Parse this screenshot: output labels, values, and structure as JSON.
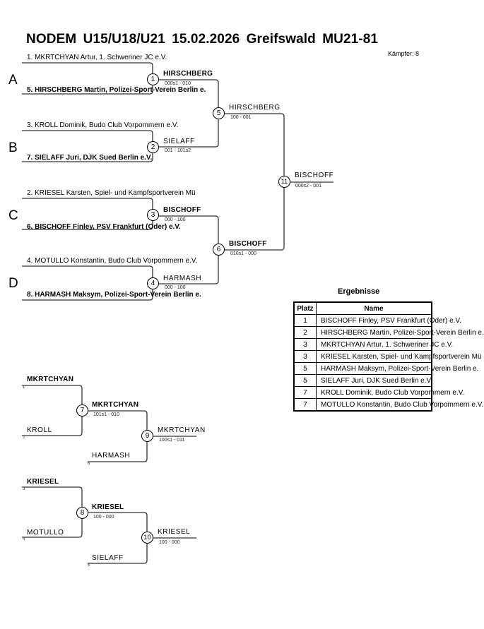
{
  "header": {
    "title": "NODEM U15/U18/U21   15.02.2026  Greifswald   MU21-81",
    "fighter_count": "Kämpfer: 8"
  },
  "pools": [
    {
      "letter": "A"
    },
    {
      "letter": "B"
    },
    {
      "letter": "C"
    },
    {
      "letter": "D"
    }
  ],
  "main_bracket": {
    "entries": [
      {
        "label": "1. MKRTCHYAN Artur, 1. Schweriner JC e.V.",
        "winner": false
      },
      {
        "label": "5. HIRSCHBERG Martin, Polizei-Sport-Verein Berlin e.",
        "winner": true
      },
      {
        "label": "3. KROLL Dominik, Budo Club Vorpommern e.V.",
        "winner": false
      },
      {
        "label": "7. SIELAFF Juri, DJK Sued Berlin e.V.",
        "winner": true
      },
      {
        "label": "2. KRIESEL Karsten, Spiel- und Kampfsportverein Mü",
        "winner": false
      },
      {
        "label": "6. BISCHOFF Finley, PSV Frankfurt (Oder) e.V.",
        "winner": true
      },
      {
        "label": "4. MOTULLO Konstantin, Budo Club Vorpommern e.V.",
        "winner": false
      },
      {
        "label": "8. HARMASH Maksym, Polizei-Sport-Verein Berlin e.",
        "winner": true
      }
    ],
    "fights": [
      {
        "number": "1",
        "winner": "HIRSCHBERG",
        "score": "000s1 - 010"
      },
      {
        "number": "2",
        "winner": "SIELAFF",
        "score": "001 - 101s2"
      },
      {
        "number": "3",
        "winner": "BISCHOFF",
        "score": "000 - 100"
      },
      {
        "number": "4",
        "winner": "HARMASH",
        "score": "000 - 100"
      },
      {
        "number": "5",
        "winner": "HIRSCHBERG",
        "score": "100 - 001"
      },
      {
        "number": "6",
        "winner": "BISCHOFF",
        "score": "010s1 - 000"
      },
      {
        "number": "11",
        "winner": "BISCHOFF",
        "score": "000s2 - 001"
      }
    ]
  },
  "repechage": [
    {
      "entries": [
        {
          "name": "MKRTCHYAN",
          "seed": "1"
        },
        {
          "name": "KROLL",
          "seed": "2"
        },
        {
          "name": "HARMASH",
          "seed": "6"
        }
      ],
      "fights": [
        {
          "number": "7",
          "winner": "MKRTCHYAN",
          "score": "101s1 - 010"
        },
        {
          "number": "9",
          "winner": "MKRTCHYAN",
          "score": "100s1 - 011"
        }
      ]
    },
    {
      "entries": [
        {
          "name": "KRIESEL",
          "seed": "3"
        },
        {
          "name": "MOTULLO",
          "seed": "4"
        },
        {
          "name": "SIELAFF",
          "seed": "5"
        }
      ],
      "fights": [
        {
          "number": "8",
          "winner": "KRIESEL",
          "score": "100 - 000"
        },
        {
          "number": "10",
          "winner": "KRIESEL",
          "score": "100 - 000"
        }
      ]
    }
  ],
  "results": {
    "title": "Ergebnisse",
    "columns": [
      "Platz",
      "Name"
    ],
    "rows": [
      {
        "place": "1",
        "name": "BISCHOFF Finley, PSV Frankfurt (Oder) e.V."
      },
      {
        "place": "2",
        "name": "HIRSCHBERG Martin, Polizei-Sport-Verein Berlin e."
      },
      {
        "place": "3",
        "name": "MKRTCHYAN Artur, 1. Schweriner JC e.V."
      },
      {
        "place": "3",
        "name": "KRIESEL Karsten, Spiel- und Kampfsportverein Mü"
      },
      {
        "place": "5",
        "name": "HARMASH Maksym, Polizei-Sport-Verein Berlin e."
      },
      {
        "place": "5",
        "name": "SIELAFF Juri, DJK Sued Berlin e.V."
      },
      {
        "place": "7",
        "name": "KROLL Dominik, Budo Club Vorpommern e.V."
      },
      {
        "place": "7",
        "name": "MOTULLO Konstantin, Budo Club Vorpommern e.V."
      }
    ]
  }
}
